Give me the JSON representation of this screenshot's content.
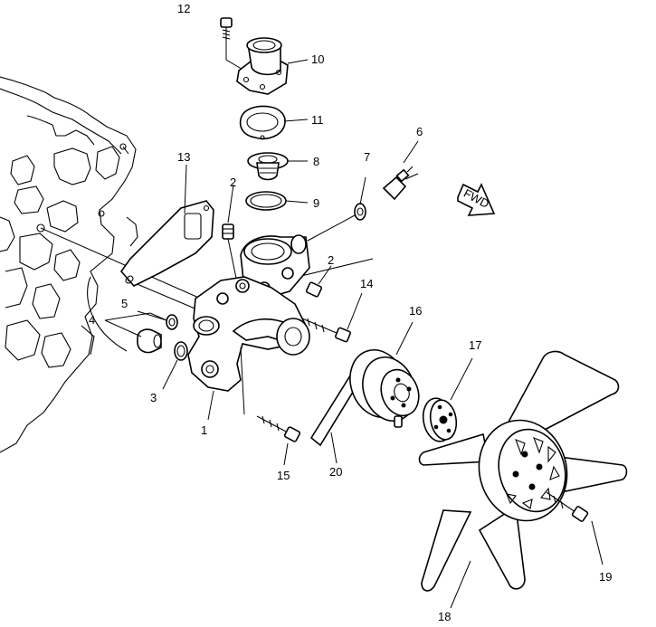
{
  "callouts": [
    {
      "id": "c1",
      "label": "1"
    },
    {
      "id": "c2a",
      "label": "2"
    },
    {
      "id": "c2b",
      "label": "2"
    },
    {
      "id": "c3",
      "label": "3"
    },
    {
      "id": "c4",
      "label": "4"
    },
    {
      "id": "c5",
      "label": "5"
    },
    {
      "id": "c6",
      "label": "6"
    },
    {
      "id": "c7",
      "label": "7"
    },
    {
      "id": "c8",
      "label": "8"
    },
    {
      "id": "c9",
      "label": "9"
    },
    {
      "id": "c10",
      "label": "10"
    },
    {
      "id": "c11",
      "label": "11"
    },
    {
      "id": "c12",
      "label": "12"
    },
    {
      "id": "c13",
      "label": "13"
    },
    {
      "id": "c14",
      "label": "14"
    },
    {
      "id": "c15",
      "label": "15"
    },
    {
      "id": "c16",
      "label": "16"
    },
    {
      "id": "c17",
      "label": "17"
    },
    {
      "id": "c18",
      "label": "18"
    },
    {
      "id": "c19",
      "label": "19"
    },
    {
      "id": "c20",
      "label": "20"
    }
  ],
  "direction_arrow": {
    "label": "FWD"
  }
}
